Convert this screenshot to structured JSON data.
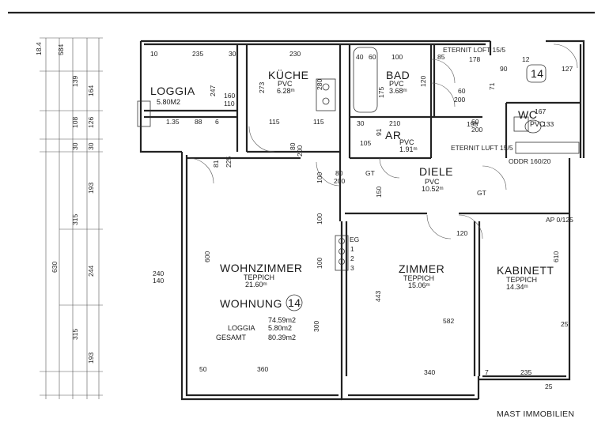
{
  "rooms": {
    "loggia": {
      "name": "LOGGIA",
      "area": "5.80M2"
    },
    "kueche": {
      "name": "KÜCHE",
      "floor": "PVC",
      "area": "6.28ᵐ"
    },
    "bad": {
      "name": "BAD",
      "floor": "PVC",
      "area": "3.68ᵐ"
    },
    "wc": {
      "name": "WC",
      "floor": "PVC"
    },
    "ar": {
      "name": "AR",
      "floor": "PVC",
      "area": "1.91ᵐ"
    },
    "diele": {
      "name": "DIELE",
      "floor": "PVC",
      "area": "10.52ᵐ"
    },
    "wohnzimmer": {
      "name": "WOHNZIMMER",
      "floor": "TEPPICH",
      "area": "21.60ᵐ"
    },
    "zimmer": {
      "name": "ZIMMER",
      "floor": "TEPPICH",
      "area": "15.06ᵐ"
    },
    "kabinett": {
      "name": "KABINETT",
      "floor": "TEPPICH",
      "area": "14.34ᵐ"
    }
  },
  "apartment": {
    "title": "WOHNUNG",
    "number": "14",
    "rows": [
      {
        "label": "",
        "value": "74.59m2"
      },
      {
        "label": "LOGGIA",
        "value": "5.80m2"
      },
      {
        "label": "GESAMT",
        "value": "80.39m2"
      }
    ]
  },
  "annotations": {
    "eternit_top": "ETERNIT LOFT 15/5",
    "eternit_mid": "ETERNIT LUFT 15/5",
    "oddr": "ODDR 160/20",
    "ap": "AP 0/125",
    "gt1": "GT",
    "gt2": "GT",
    "eg": "EG",
    "floor1": "1",
    "floor2": "2",
    "floor3": "3"
  },
  "left_dims": [
    "18.4",
    "584",
    "139",
    "164",
    "108",
    "126",
    "30",
    "30",
    "193",
    "315",
    "630",
    "244",
    "193",
    "315"
  ],
  "top_dims": [
    "10",
    "235",
    "30",
    "230",
    "40",
    "60",
    "100",
    "85",
    "178",
    "12",
    "90",
    "127"
  ],
  "inner_dims": [
    "247",
    "160",
    "110",
    "273",
    "280",
    "115",
    "175",
    "120",
    "60",
    "200",
    "71",
    "167",
    "198",
    "210",
    "105",
    "91",
    "80",
    "30",
    "1.35",
    "88",
    "6",
    "115",
    "80",
    "200",
    "150",
    "100",
    "100",
    "100",
    "600",
    "240",
    "140",
    "443",
    "300",
    "582",
    "610",
    "25",
    "360",
    "340",
    "7",
    "235",
    "60",
    "200",
    "120",
    "81",
    "200",
    "225",
    "133",
    "50",
    "25"
  ],
  "brand": "MAST IMMOBILIEN"
}
